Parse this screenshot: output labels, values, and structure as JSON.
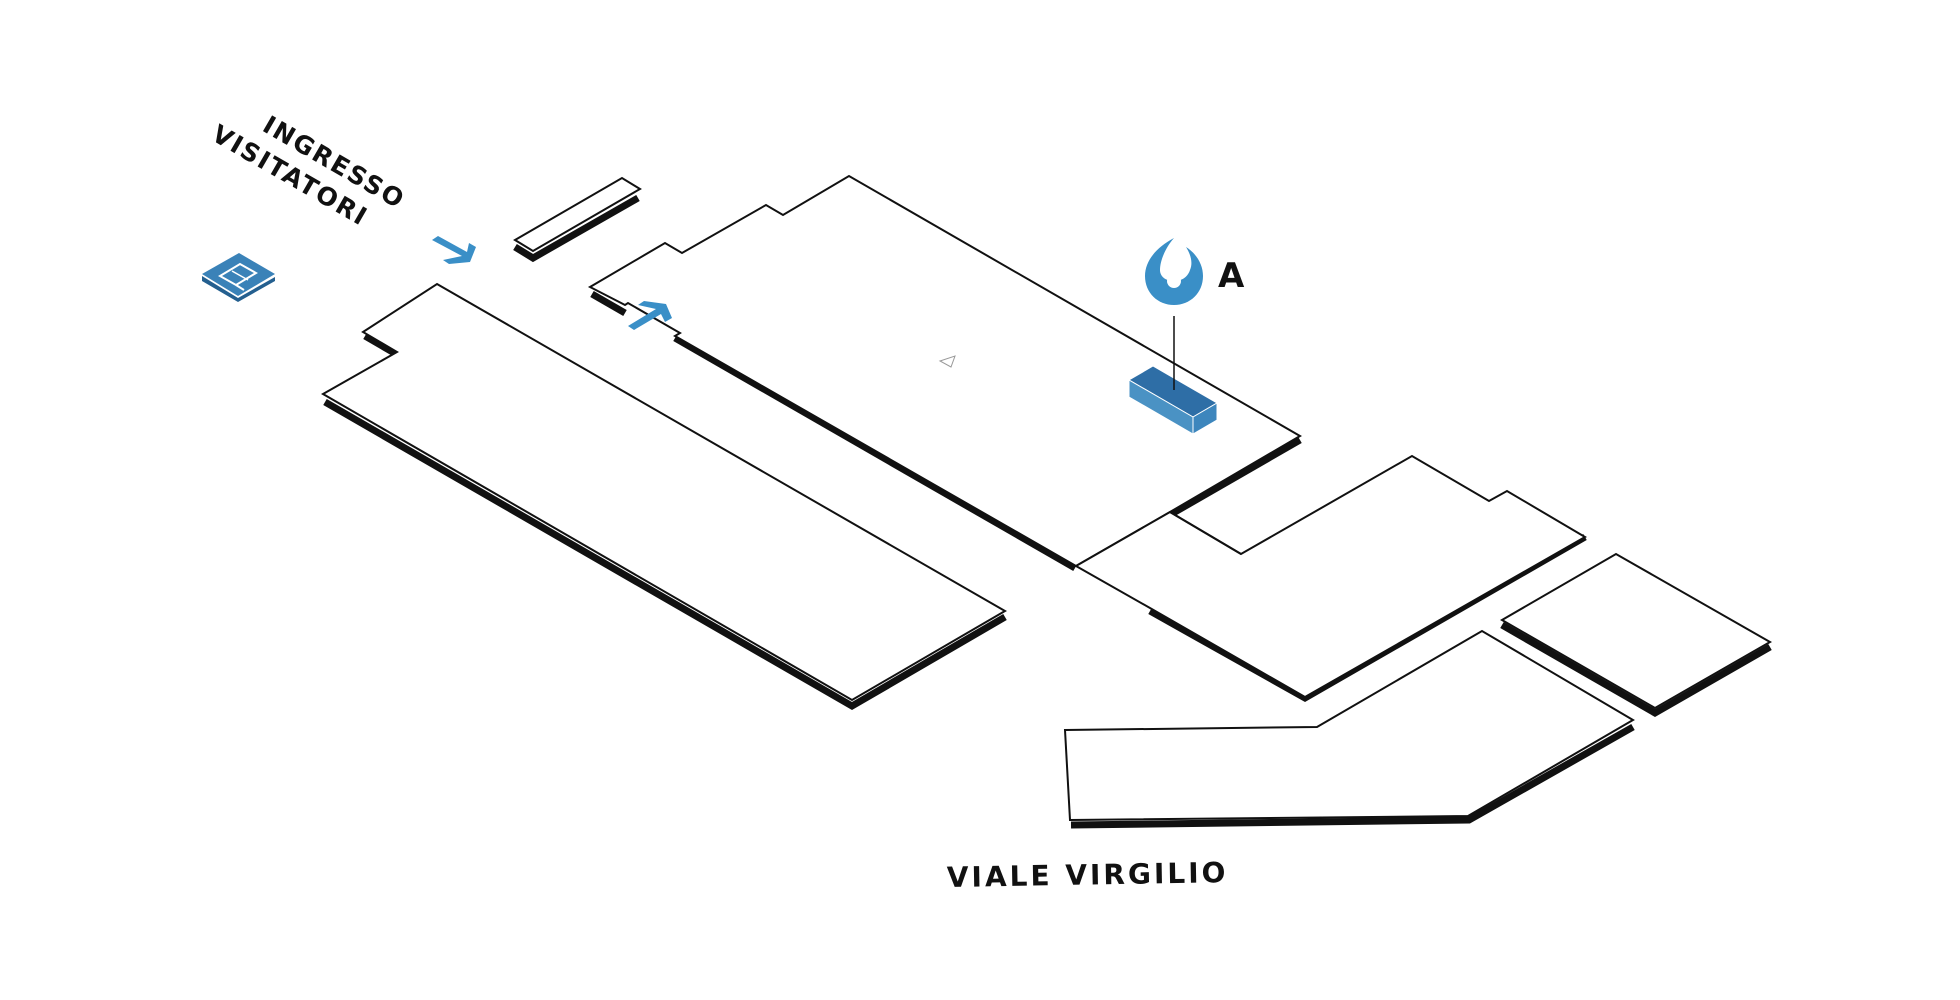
{
  "map": {
    "entrance_line1": "INGRESSO",
    "entrance_line2": "VISITATORI",
    "marker_label": "A",
    "street_label": "VIALE VIRGILIO"
  },
  "legend_icons": {
    "parking": "parking-icon",
    "drop": "water-drop-icon",
    "arrow": "direction-arrow-icon"
  },
  "colors": {
    "accent": "#3a8fc7",
    "accent_dark": "#2f6fa8",
    "outline": "#111111",
    "background": "#ffffff"
  }
}
